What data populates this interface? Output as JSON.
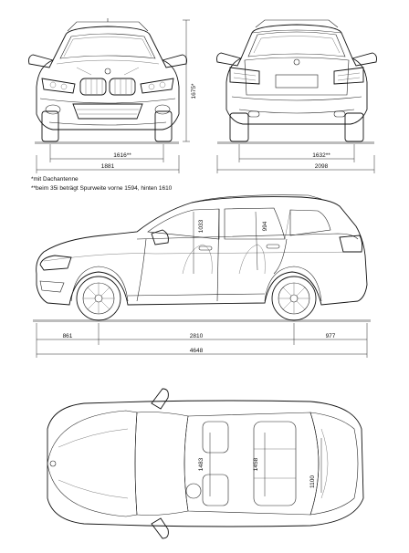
{
  "notes": {
    "antenna": "*mit Dachantenne",
    "track": "**beim 35i beträgt Spurweite vorne 1594, hinten 1610"
  },
  "dimensions": {
    "front_track": "1616**",
    "front_width": "1881",
    "height": "1675*",
    "rear_track": "1632**",
    "width_with_mirrors": "2098",
    "front_overhang": "861",
    "wheelbase": "2810",
    "rear_overhang": "977",
    "length": "4648",
    "door_height_front": "1033",
    "door_height_rear": "994",
    "top_width_front": "1483",
    "top_width_rear": "1458",
    "top_width_trunk": "1100"
  },
  "colors": {
    "line": "#222222",
    "ground": "#bdbdbd",
    "background": "#ffffff"
  }
}
